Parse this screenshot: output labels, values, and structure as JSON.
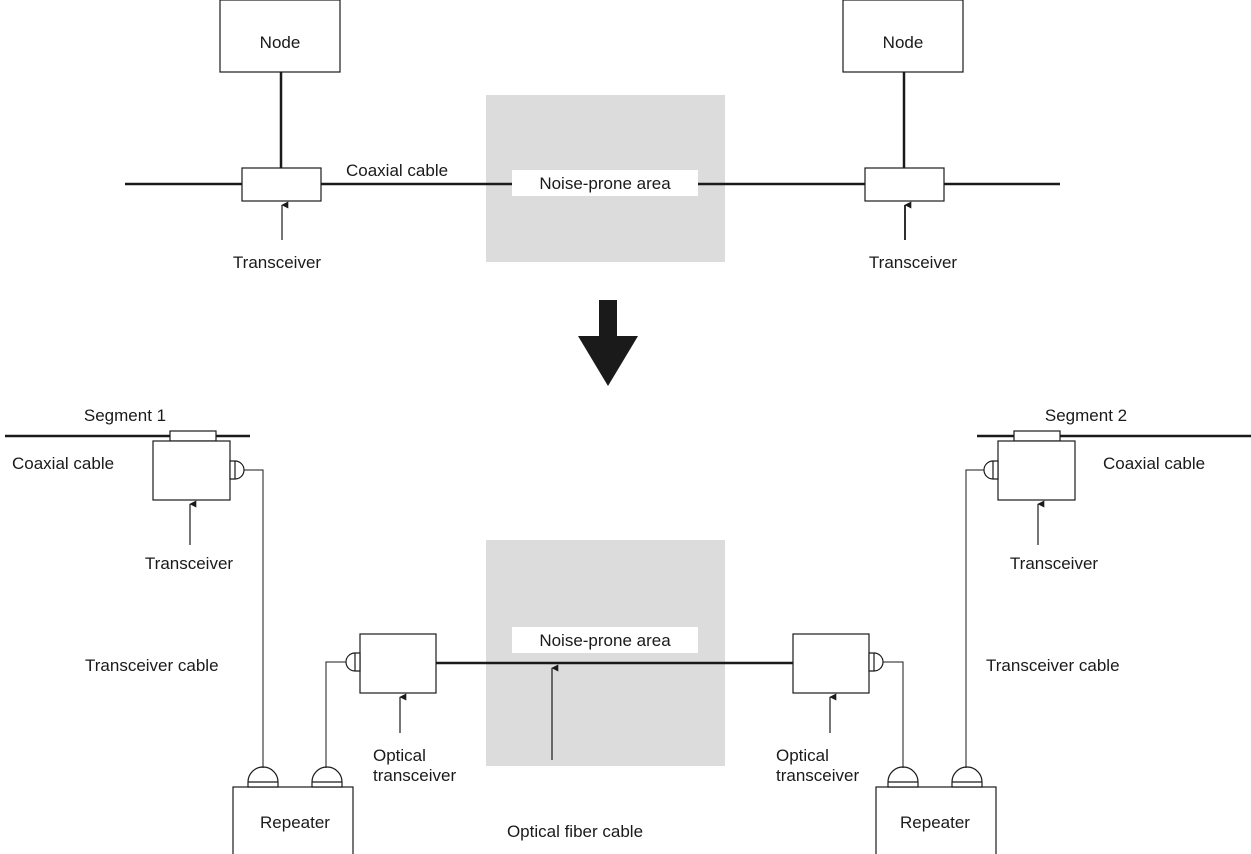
{
  "colors": {
    "line": "#1a1a1a",
    "noise_area": "#dcdcdc",
    "label_bg": "#ffffff"
  },
  "top": {
    "node_left": "Node",
    "node_right": "Node",
    "coax_label": "Coaxial cable",
    "noise_label": "Noise-prone area",
    "transceiver_left": "Transceiver",
    "transceiver_right": "Transceiver"
  },
  "arrow_icon": "down-arrow-icon",
  "bottom": {
    "segment_left": "Segment 1",
    "segment_right": "Segment 2",
    "coax_left": "Coaxial cable",
    "coax_right": "Coaxial cable",
    "transceiver_left": "Transceiver",
    "transceiver_right": "Transceiver",
    "transceiver_cable_left": "Transceiver cable",
    "transceiver_cable_right": "Transceiver cable",
    "noise_label": "Noise-prone area",
    "optical_left_line1": "Optical",
    "optical_left_line2": "transceiver",
    "optical_right_line1": "Optical",
    "optical_right_line2": "transceiver",
    "repeater_left": "Repeater",
    "repeater_right": "Repeater",
    "fiber_label": "Optical fiber cable"
  }
}
